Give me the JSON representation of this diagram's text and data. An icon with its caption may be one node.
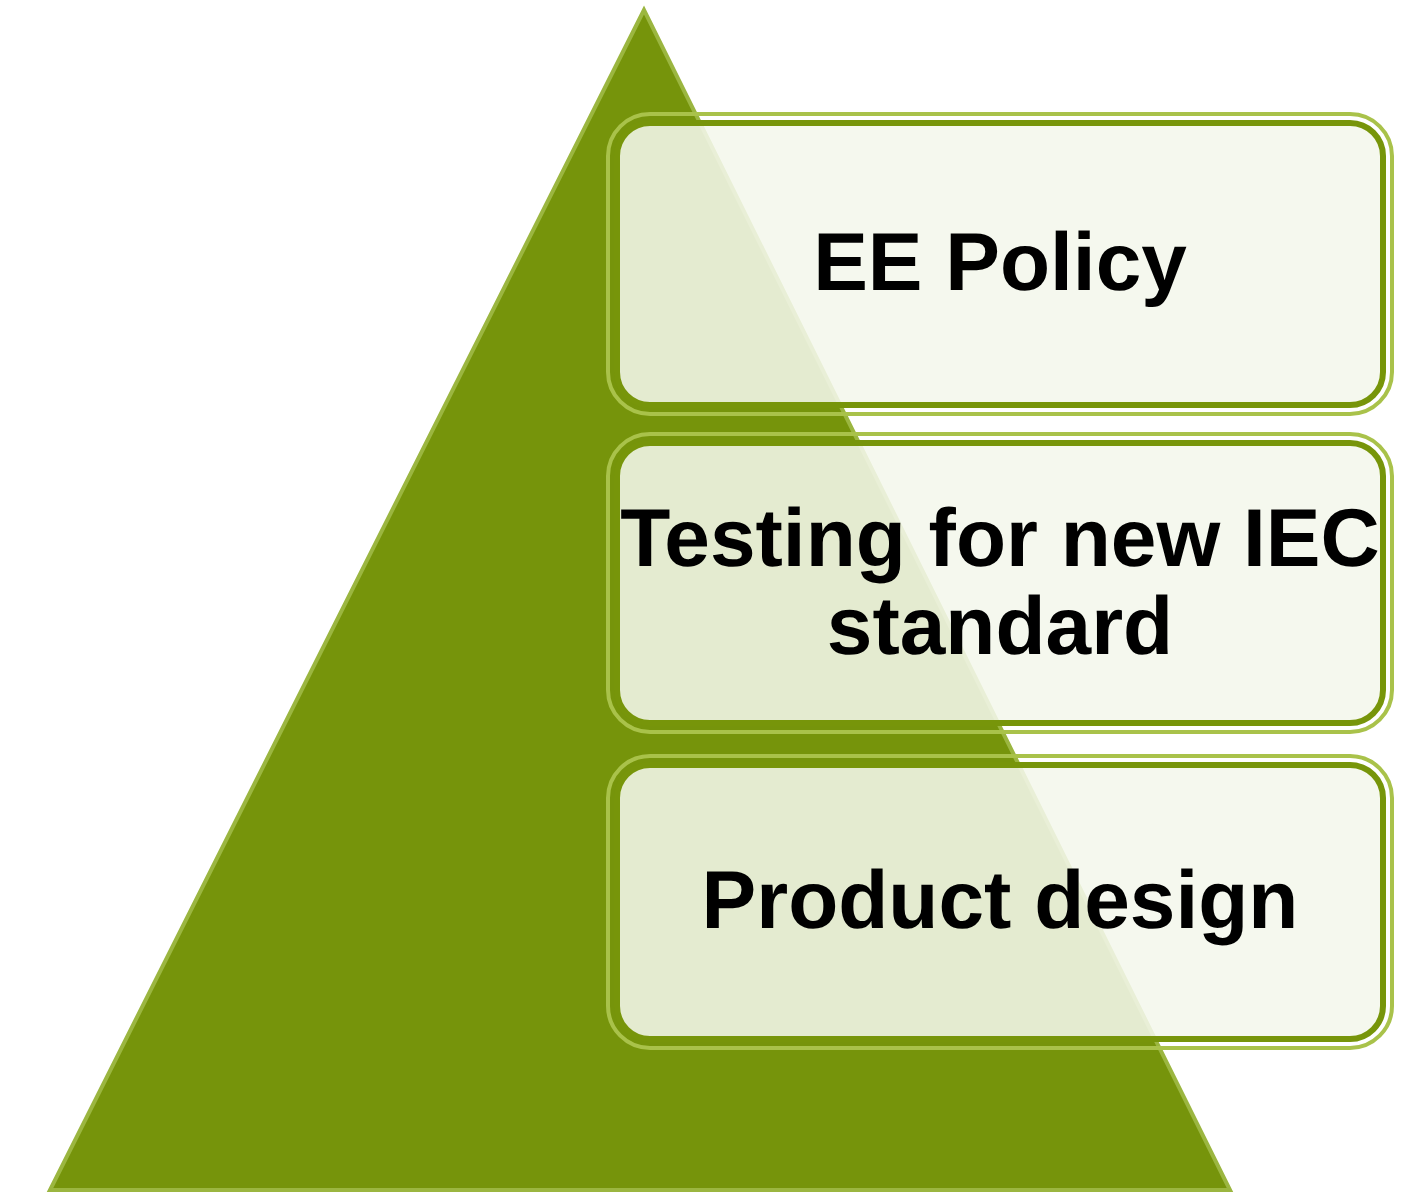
{
  "diagram": {
    "nodes": [
      {
        "text": [
          "EE Policy"
        ]
      },
      {
        "text": [
          "Testing for new IEC standard"
        ]
      },
      {
        "text": [
          "Product design"
        ]
      }
    ]
  }
}
